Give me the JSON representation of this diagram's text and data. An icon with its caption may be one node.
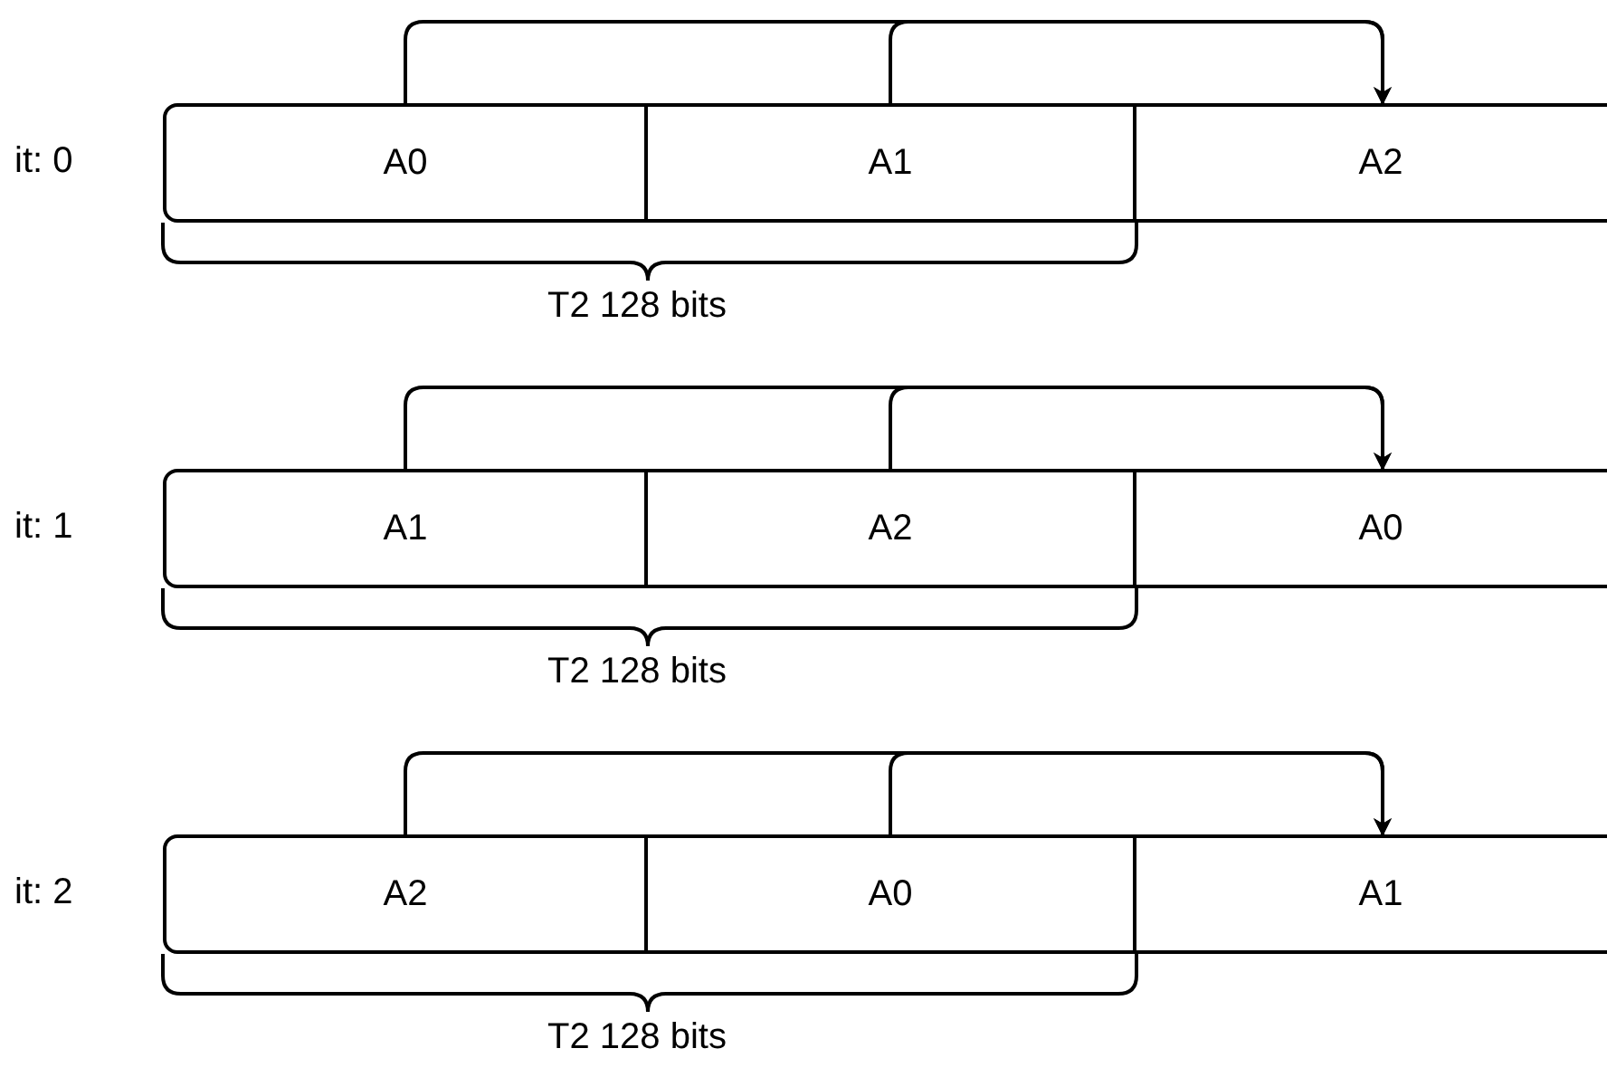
{
  "diagram": {
    "nodes": [
      {
        "text": [
          "A0"
        ]
      },
      {
        "text": [
          "A1"
        ]
      },
      {
        "text": [
          "A2"
        ]
      },
      {
        "text": [
          "A1"
        ]
      },
      {
        "text": [
          "A2"
        ]
      },
      {
        "text": [
          "A0"
        ]
      },
      {
        "text": [
          "A2"
        ]
      },
      {
        "text": [
          "A0"
        ]
      },
      {
        "text": [
          "A1"
        ]
      }
    ],
    "edges": [
      {
        "from": 0,
        "to": 2,
        "arrow": "to"
      },
      {
        "from": 1,
        "to": 2,
        "arrow": "to"
      },
      {
        "from": 3,
        "to": 5,
        "arrow": "to"
      },
      {
        "from": 4,
        "to": 5,
        "arrow": "to"
      },
      {
        "from": 6,
        "to": 8,
        "arrow": "to"
      },
      {
        "from": 7,
        "to": 8,
        "arrow": "to"
      }
    ],
    "labels": [
      "it: 0",
      "T2 128 bits",
      "it: 1",
      "T2 128 bits",
      "it: 2",
      "T2 128 bits"
    ]
  }
}
